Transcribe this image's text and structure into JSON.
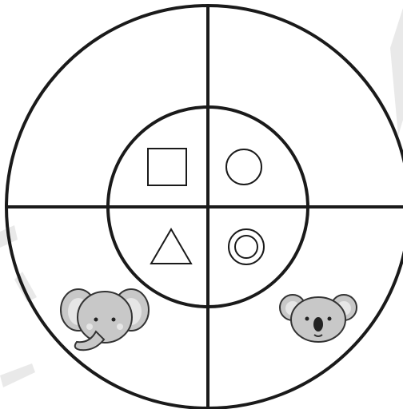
{
  "diagram": {
    "outer_circle": "large-ring",
    "inner_circle": "small-ring",
    "dividers": [
      "vertical-line",
      "horizontal-line"
    ],
    "shapes": [
      {
        "quadrant": "top-left",
        "icon": "square-icon"
      },
      {
        "quadrant": "top-right",
        "icon": "circle-icon"
      },
      {
        "quadrant": "bottom-left",
        "icon": "triangle-icon"
      },
      {
        "quadrant": "bottom-right",
        "icon": "double-circle-icon"
      }
    ],
    "animals": [
      {
        "quadrant": "bottom-left",
        "icon": "elephant-icon"
      },
      {
        "quadrant": "bottom-right",
        "icon": "koala-icon"
      }
    ],
    "colors": {
      "line": "#1a1a1a",
      "animal_fill": "#c8c8c8",
      "animal_inner": "#e6e6e6",
      "watermark": "#e9e9e9"
    }
  }
}
